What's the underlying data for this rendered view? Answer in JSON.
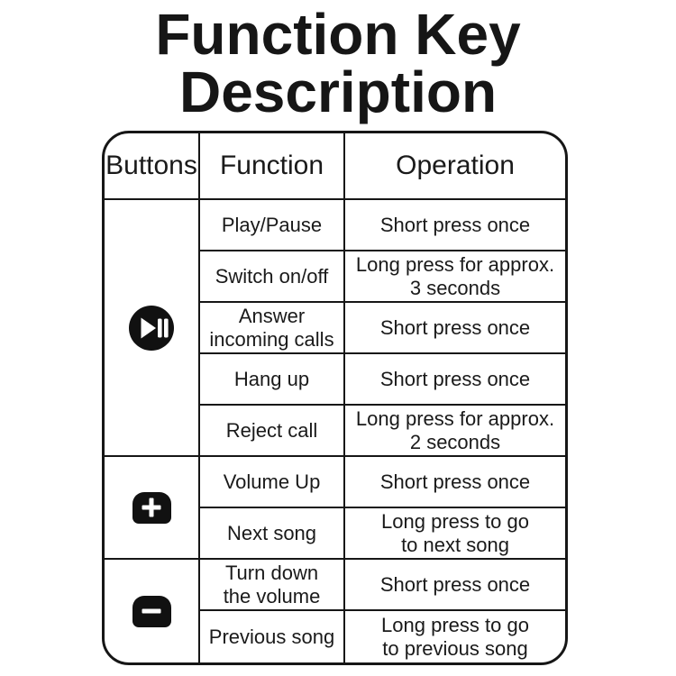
{
  "colors": {
    "background": "#ffffff",
    "ink": "#161616",
    "key_background": "#111111",
    "key_glyph": "#ffffff"
  },
  "title": {
    "line1": "Function Key",
    "line2": "Description"
  },
  "table": {
    "headers": [
      {
        "label": "Buttons"
      },
      {
        "label": "Function"
      },
      {
        "label": "Operation"
      }
    ],
    "groups": [
      {
        "button_icon": "play-pause-icon",
        "rows": [
          {
            "function": "Play/Pause",
            "operation": "Short press once"
          },
          {
            "function": "Switch on/off",
            "operation": "Long press for approx.\n3 seconds"
          },
          {
            "function": "Answer\nincoming calls",
            "operation": "Short press once"
          },
          {
            "function": "Hang up",
            "operation": "Short press once"
          },
          {
            "function": "Reject call",
            "operation": "Long press for approx.\n2 seconds"
          }
        ]
      },
      {
        "button_icon": "plus-key-icon",
        "rows": [
          {
            "function": "Volume Up",
            "operation": "Short press once"
          },
          {
            "function": "Next song",
            "operation": "Long press to go\nto next song"
          }
        ]
      },
      {
        "button_icon": "minus-key-icon",
        "rows": [
          {
            "function": "Turn down\nthe volume",
            "operation": "Short press once"
          },
          {
            "function": "Previous song",
            "operation": "Long press to go\nto previous song"
          }
        ]
      }
    ]
  }
}
